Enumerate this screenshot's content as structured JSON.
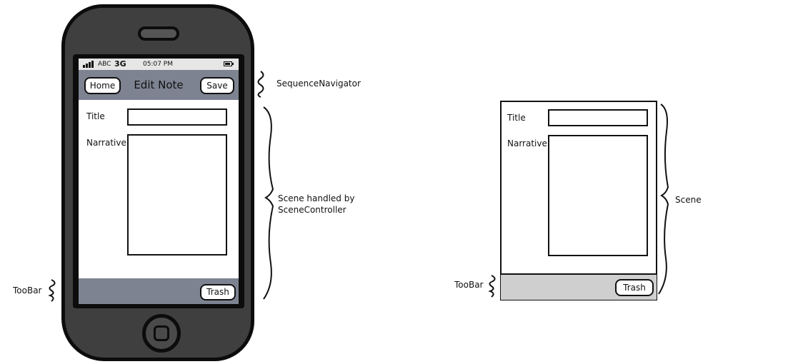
{
  "phone": {
    "status_bar": {
      "carrier": "ABC",
      "network": "3G",
      "time": "05:07 PM"
    },
    "nav_bar": {
      "home_label": "Home",
      "title": "Edit Note",
      "save_label": "Save"
    },
    "form": {
      "title_label": "Title",
      "narrative_label": "Narrative"
    },
    "toolbar": {
      "trash_label": "Trash"
    }
  },
  "annotations": {
    "sequence_navigator": "SequenceNavigator",
    "scene_handled_line1": "Scene handled by",
    "scene_handled_line2": "SceneController",
    "toolbar_left": "TooBar"
  },
  "diagram": {
    "form": {
      "title_label": "Title",
      "narrative_label": "Narrative"
    },
    "toolbar": {
      "trash_label": "Trash"
    },
    "scene_label": "Scene",
    "toolbar_label": "TooBar"
  }
}
